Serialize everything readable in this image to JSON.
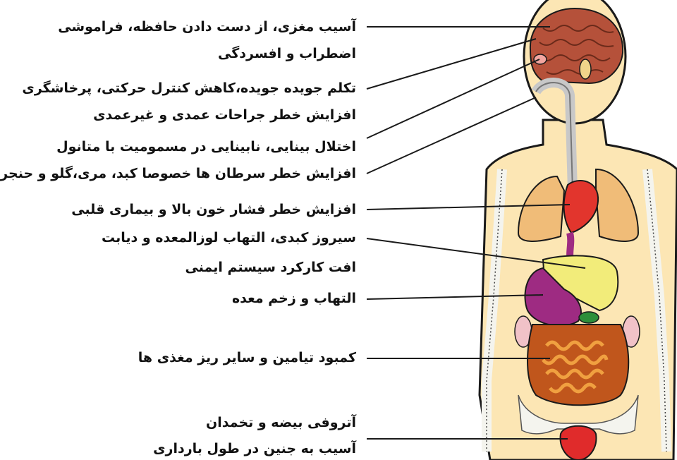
{
  "labels": [
    "آسیب مغزی، از دست دادن حافظه، فراموشی",
    "اضطراب و افسردگی",
    "تکلم جویده جویده،کاهش کنترل حرکتی، پرخاشگری",
    "افزایش خطر جراحات عمدی و غیرعمدی",
    "اختلال بینایی، نابینایی در مسمومیت با متانول",
    "افزایش خطر سرطان ها خصوصا کبد، مری،گلو و حنجره",
    "افزایش خطر فشار خون بالا و بیماری قلبی",
    "سیروز کبدی، التهاب لوزالمعده و دیابت",
    "افت کارکرد سیستم ایمنی",
    "التهاب و زخم معده",
    "کمبود تیامین و سایر ریز مغذی ها",
    "آتروفی بیضه و تخمدان",
    "آسیب به جنین در طول بارداری"
  ],
  "colors": {
    "skin": "#fce6b4",
    "outline": "#1a1a1a",
    "brain": "#b5513a",
    "lungs": "#f0bc78",
    "heart": "#e2352d",
    "liver": "#f2ec7a",
    "stomach": "#9e2b82",
    "intestine": "#c0561c",
    "small_intestine": "#f0a040",
    "pancreas": "#2e8f3a",
    "kidney": "#f1c2c8",
    "bladder": "#e02b2b",
    "bone": "#f4f4ee",
    "esophagus": "#c8c8c8"
  }
}
